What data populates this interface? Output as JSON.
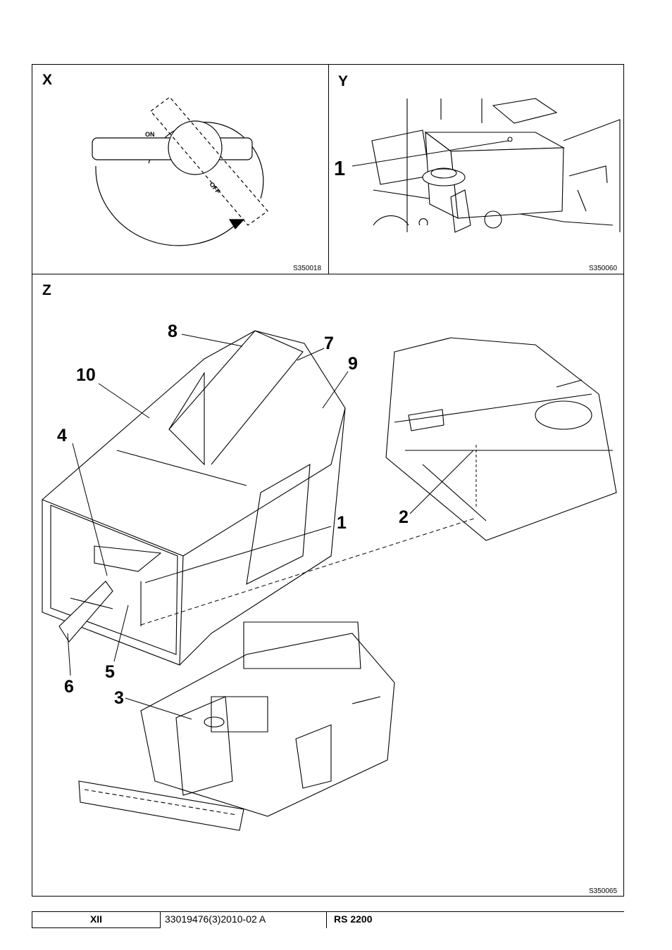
{
  "panels": {
    "x": {
      "letter": "X",
      "code": "S350018",
      "switch_on": "ON",
      "switch_off": "OFF"
    },
    "y": {
      "letter": "Y",
      "code": "S350060",
      "callouts": [
        "1"
      ]
    },
    "z": {
      "letter": "Z",
      "code": "S350065",
      "callouts": [
        "8",
        "7",
        "9",
        "10",
        "4",
        "1",
        "2",
        "5",
        "6",
        "3"
      ]
    }
  },
  "footer": {
    "section": "XII",
    "doc_number": "33019476(3)2010-02 A",
    "model": "RS 2200"
  }
}
